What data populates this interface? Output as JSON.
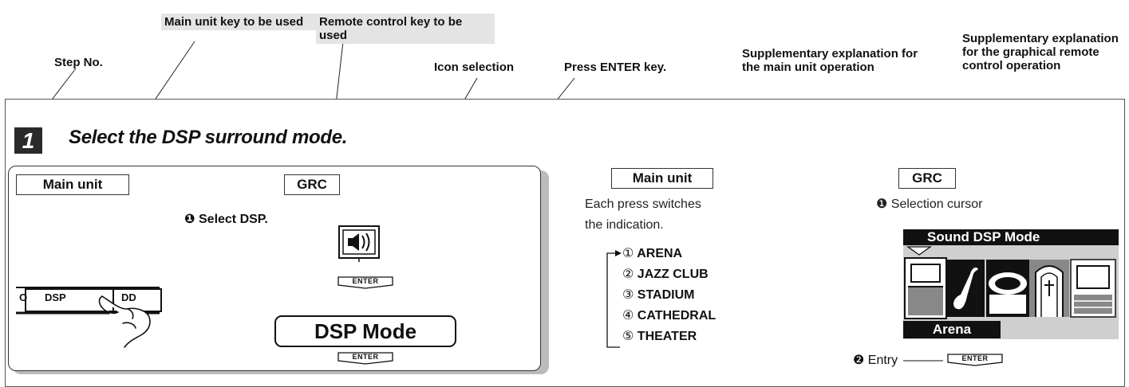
{
  "annotations": {
    "step_no": "Step No.",
    "main_unit_key": "Main unit key to be used",
    "remote_key": "Remote control key to be used",
    "icon_selection": "Icon selection",
    "press_enter": "Press ENTER key.",
    "supp_main": "Supplementary explanation for the main unit operation",
    "supp_grc": "Supplementary explanation for the graphical remote control operation"
  },
  "step": {
    "number": "1",
    "title": "Select the DSP surround mode."
  },
  "panel": {
    "main_unit_label": "Main unit",
    "grc_label": "GRC",
    "select_dsp": "❶ Select DSP.",
    "button_left": "O",
    "button_dsp": "DSP",
    "button_right": "DD",
    "dsp_mode": "DSP Mode",
    "enter_label": "ENTER"
  },
  "main_unit_side": {
    "label": "Main unit",
    "desc_line1": "Each press switches",
    "desc_line2": "the indication.",
    "modes": [
      {
        "num": "①",
        "name": "ARENA"
      },
      {
        "num": "②",
        "name": "JAZZ CLUB"
      },
      {
        "num": "③",
        "name": "STADIUM"
      },
      {
        "num": "④",
        "name": "CATHEDRAL"
      },
      {
        "num": "⑤",
        "name": "THEATER"
      }
    ]
  },
  "grc_side": {
    "label": "GRC",
    "selection_cursor": "❶ Selection cursor",
    "screen_title": "Sound DSP Mode",
    "selected_mode": "Arena",
    "entry": "❷ Entry",
    "enter_label": "ENTER"
  }
}
